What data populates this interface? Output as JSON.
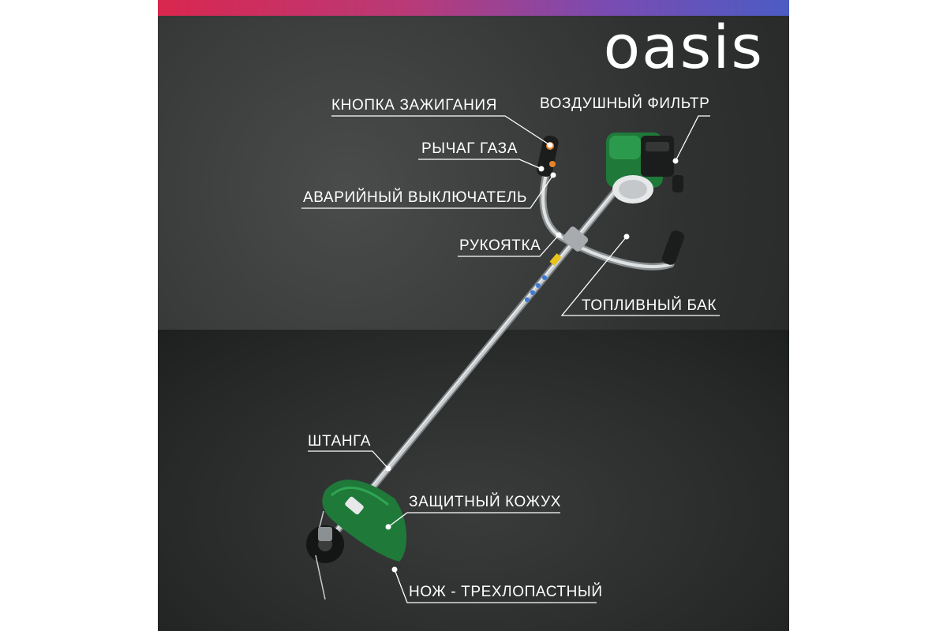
{
  "brand": {
    "logo_text": "oasis"
  },
  "labels": {
    "ignition_button": "КНОПКА ЗАЖИГАНИЯ",
    "air_filter": "ВОЗДУШНЫЙ ФИЛЬТР",
    "throttle_lever": "РЫЧАГ ГАЗА",
    "emergency_switch": "АВАРИЙНЫЙ ВЫКЛЮЧАТЕЛЬ",
    "handle": "РУКОЯТКА",
    "fuel_tank": "ТОПЛИВНЫЙ БАК",
    "shaft": "ШТАНГА",
    "guard": "ЗАЩИТНЫЙ КОЖУХ",
    "blade": "НОЖ - ТРЕХЛОПАСТНЫЙ"
  },
  "colors": {
    "accent_bar_start": "#d9274f",
    "accent_bar_end": "#4b5cc4",
    "product_green": "#1f7a3a",
    "background_dark": "#2f3131",
    "label_text": "#ffffff"
  }
}
